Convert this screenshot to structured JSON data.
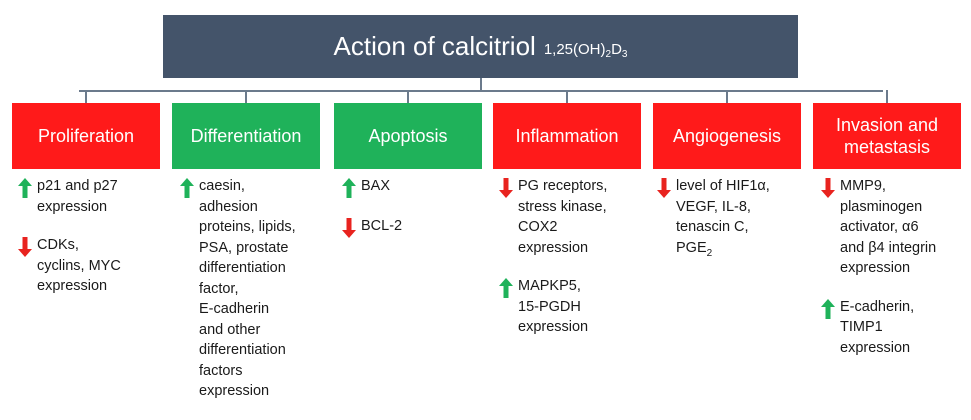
{
  "title": {
    "main": "Action of calcitriol",
    "formula": "1,25(OH)",
    "formula_sub1": "2",
    "formula_d": "D",
    "formula_sub2": "3"
  },
  "colors": {
    "title_bg": "#44546a",
    "red": "#ff1a1a",
    "green": "#1fb25a",
    "arrow_up": "#1fb25a",
    "arrow_down": "#e8231f"
  },
  "categories": [
    {
      "label": "Proliferation",
      "color": "red",
      "items": [
        {
          "direction": "up",
          "icon": "arrow-up-icon",
          "text": "p21 and p27\nexpression"
        },
        {
          "direction": "down",
          "icon": "arrow-down-icon",
          "text": "CDKs,\ncyclins, MYC\nexpression"
        }
      ]
    },
    {
      "label": "Differentiation",
      "color": "green",
      "items": [
        {
          "direction": "up",
          "icon": "arrow-up-icon",
          "text": "caesin,\nadhesion\nproteins, lipids,\nPSA, prostate\ndifferentiation\nfactor,\nE-cadherin\nand other\ndifferentiation\nfactors\nexpression"
        }
      ]
    },
    {
      "label": "Apoptosis",
      "color": "green",
      "items": [
        {
          "direction": "up",
          "icon": "arrow-up-icon",
          "text": "BAX"
        },
        {
          "direction": "down",
          "icon": "arrow-down-icon",
          "text": "BCL-2"
        }
      ]
    },
    {
      "label": "Inflammation",
      "color": "red",
      "items": [
        {
          "direction": "down",
          "icon": "arrow-down-icon",
          "text": "PG receptors,\nstress kinase,\nCOX2\nexpression"
        },
        {
          "direction": "up",
          "icon": "arrow-up-icon",
          "text": "MAPKP5,\n15-PGDH\nexpression"
        }
      ]
    },
    {
      "label": "Angiogenesis",
      "color": "red",
      "items": [
        {
          "direction": "down",
          "icon": "arrow-down-icon",
          "text": "level of HIF1α,\nVEGF, IL-8,\ntenascin C,\nPGE",
          "text_sub": "2"
        }
      ]
    },
    {
      "label": "Invasion and\nmetastasis",
      "color": "red",
      "items": [
        {
          "direction": "down",
          "icon": "arrow-down-icon",
          "text": "MMP9,\nplasminogen\nactivator, α6\nand β4 integrin\nexpression"
        },
        {
          "direction": "up",
          "icon": "arrow-up-icon",
          "text": "E-cadherin,\nTIMP1\nexpression"
        }
      ]
    }
  ]
}
